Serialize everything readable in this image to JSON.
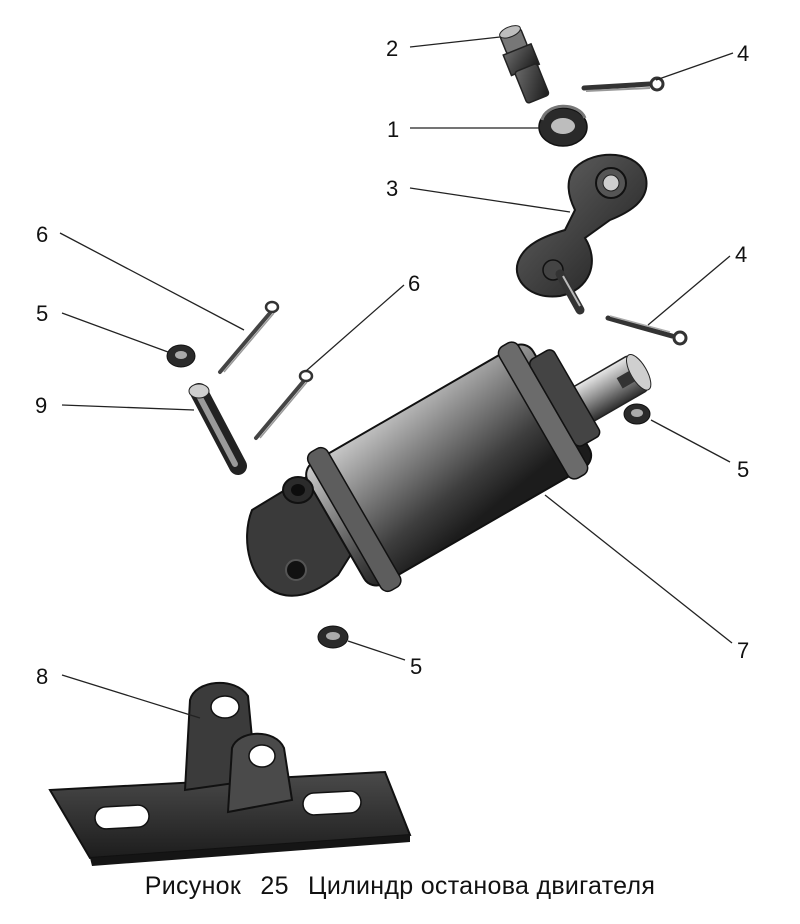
{
  "callouts": [
    "2",
    "4",
    "1",
    "3",
    "4",
    "6",
    "6",
    "5",
    "9",
    "5",
    "5",
    "7",
    "8"
  ],
  "caption": {
    "word": "Рисунок",
    "number": "25",
    "title": "Цилиндр останова двигателя"
  }
}
